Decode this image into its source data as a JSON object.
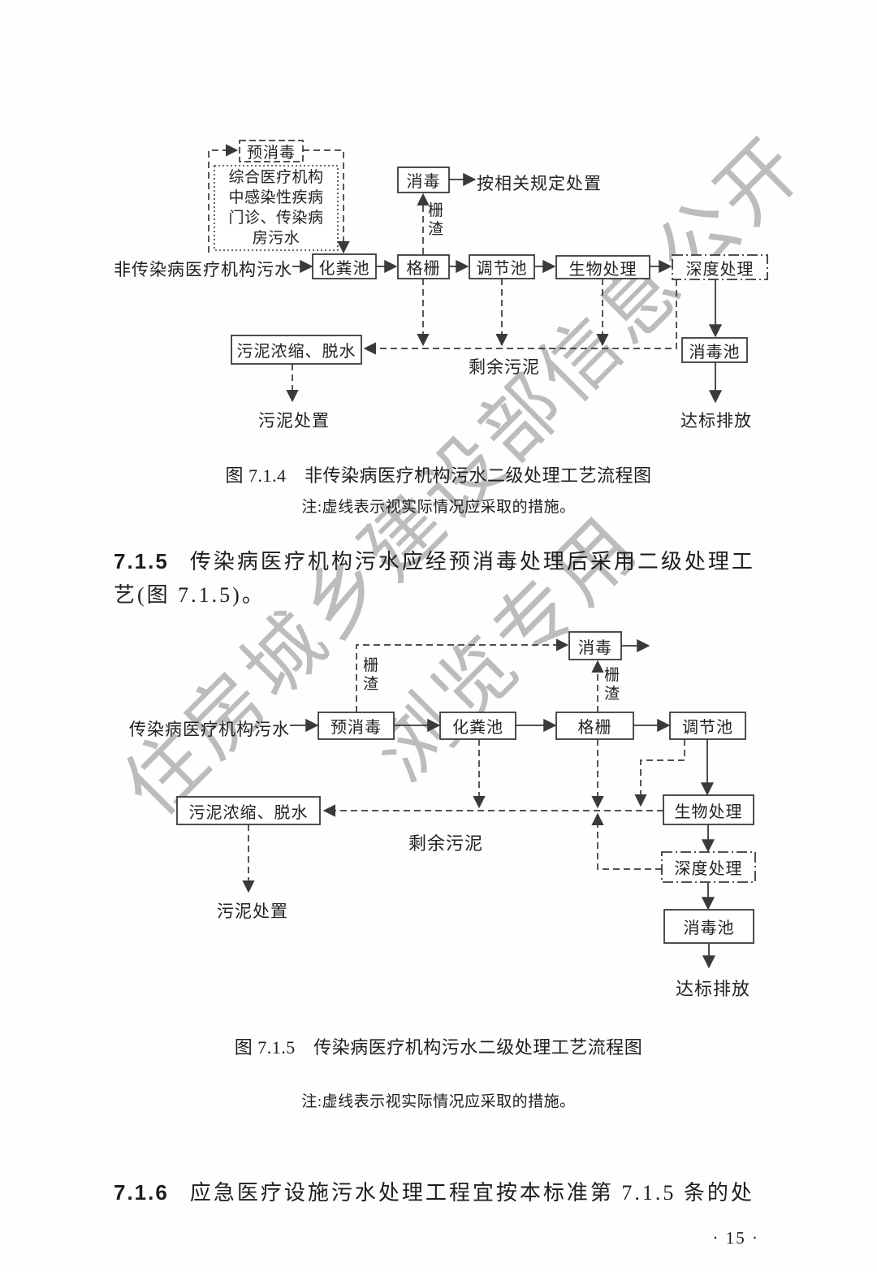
{
  "watermark": {
    "line1": "住房城乡建设部信息公开",
    "line2": "浏览专用",
    "color": "#bcbcbc"
  },
  "figure1": {
    "input_label": "非传染病医疗机构污水",
    "pre_disinfection": "预消毒",
    "source_note": "综合医疗机构\n中感染性疾病\n门诊、传染病\n房污水",
    "septic_tank": "化粪池",
    "screen": "格栅",
    "regulating_tank": "调节池",
    "biological_treatment": "生物处理",
    "advanced_treatment": "深度处理",
    "disinfection": "消毒",
    "screenings_label": "栅\n渣",
    "disposal_per_regulations": "按相关规定处置",
    "sludge_thickening": "污泥浓缩、脱水",
    "excess_sludge": "剩余污泥",
    "sludge_disposal": "污泥处置",
    "contact_tank": "消毒池",
    "discharge": "达标排放",
    "caption": "图 7.1.4　非传染病医疗机构污水二级处理工艺流程图",
    "note": "注:虚线表示视实际情况应采取的措施。"
  },
  "section_7_1_5": {
    "number": "7.1.5",
    "line1": "传染病医疗机构污水应经预消毒处理后采用二级处理工",
    "line2": "艺(图 7.1.5)。"
  },
  "figure2": {
    "input_label": "传染病医疗机构污水",
    "pre_disinfection": "预消毒",
    "septic_tank": "化粪池",
    "screen": "格栅",
    "regulating_tank": "调节池",
    "disinfection": "消毒",
    "screenings_label_left": "栅\n渣",
    "screenings_label_right": "栅\n渣",
    "biological_treatment": "生物处理",
    "advanced_treatment": "深度处理",
    "contact_tank": "消毒池",
    "discharge": "达标排放",
    "sludge_thickening": "污泥浓缩、脱水",
    "excess_sludge": "剩余污泥",
    "sludge_disposal": "污泥处置",
    "caption": "图 7.1.5　传染病医疗机构污水二级处理工艺流程图",
    "note": "注:虚线表示视实际情况应采取的措施。"
  },
  "section_7_1_6": {
    "number": "7.1.6",
    "line1": "应急医疗设施污水处理工程宜按本标准第 7.1.5 条的处"
  },
  "page": {
    "number": "· 15 ·"
  }
}
